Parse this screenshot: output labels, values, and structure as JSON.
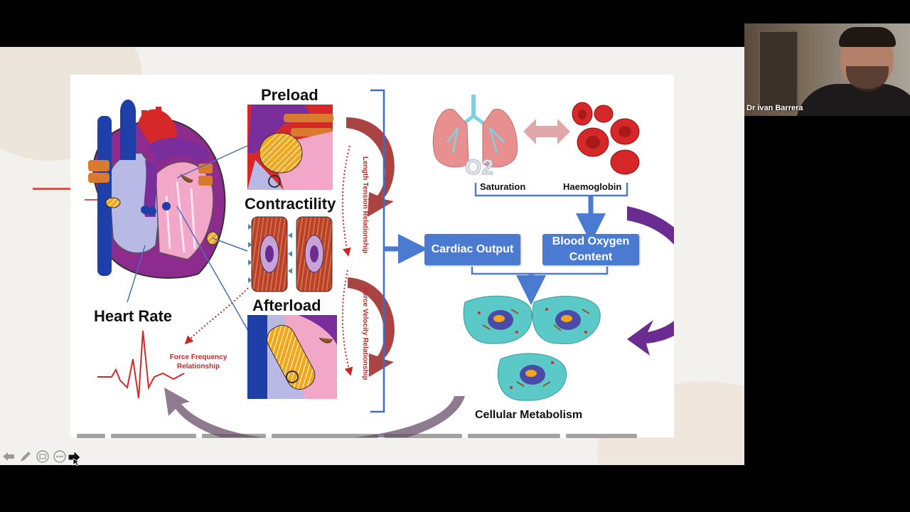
{
  "slide": {
    "figure": {
      "labels": {
        "preload": "Preload",
        "contractility": "Contractility",
        "afterload": "Afterload",
        "heart_rate": "Heart Rate",
        "force_frequency": "Force Frequency Relationship",
        "length_tension": "Length Tension Relationship",
        "force_velocity": "Force Velocity Relationship",
        "saturation": "Saturation",
        "haemoglobin": "Haemoglobin",
        "o2": "O2",
        "cellular_metabolism": "Cellular Metabolism"
      },
      "boxes": {
        "cardiac_output": "Cardiac Output",
        "blood_oxygen_content": "Blood Oxygen Content"
      },
      "colors": {
        "box_blue": "#4a7bd0",
        "arrow_blue": "#4a7bd0",
        "relationship_red": "#c62828",
        "curve_red": "#a94442",
        "curve_purple": "#6a2c91",
        "bracket_blue": "#3d6fc4"
      }
    }
  },
  "webcam": {
    "participant_name": "Dr ivan Barrera"
  },
  "toolbar": {
    "icons": [
      "arrow-left-icon",
      "pen-icon",
      "slides-icon",
      "more-icon",
      "arrow-right-icon"
    ]
  }
}
